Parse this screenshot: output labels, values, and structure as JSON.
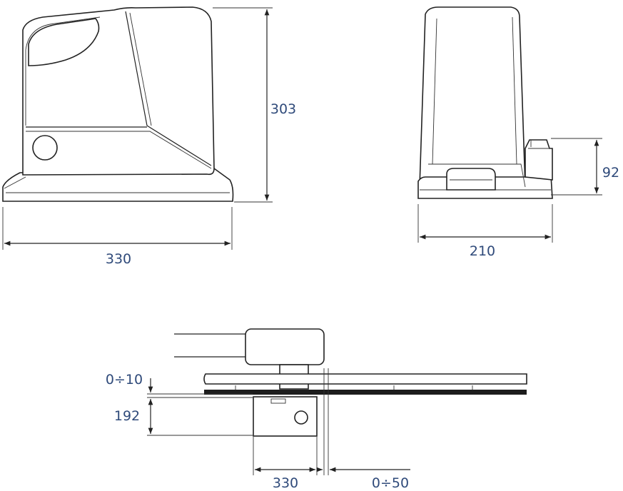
{
  "drawing": {
    "front_view": {
      "width_label": "330",
      "height_label": "303"
    },
    "side_view": {
      "width_label": "210",
      "base_height_label": "92"
    },
    "top_view": {
      "gap_label": "0÷10",
      "depth_label": "192",
      "length_label": "330",
      "offset_label": "0÷50"
    }
  }
}
